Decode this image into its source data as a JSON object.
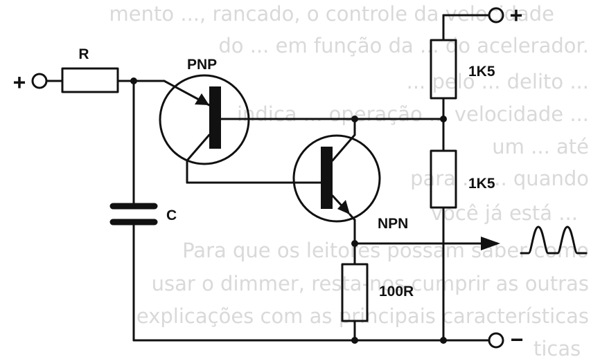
{
  "background_text": [
    "mento ..., rancado, o controle da velocidade",
    "do ... em função da ... do acelerador.",
    "... pelo ... delito ...",
    "indica ... operação ... velocidade ...",
    "um ... até",
    "para ... ... quando",
    "você já está ...",
    "Para que os leitores possam saber como",
    "usar o dimmer, resta-nos cumprir as outras",
    "explicações com as principais características",
    "ticas"
  ],
  "labels": {
    "plus_left": "+",
    "resistor_r": "R",
    "pnp": "PNP",
    "capacitor_c": "C",
    "npn": "NPN",
    "plus_right": "+",
    "minus_right": "−",
    "r1k5_top": "1K5",
    "r1k5_bottom": "1K5",
    "r100": "100R"
  }
}
